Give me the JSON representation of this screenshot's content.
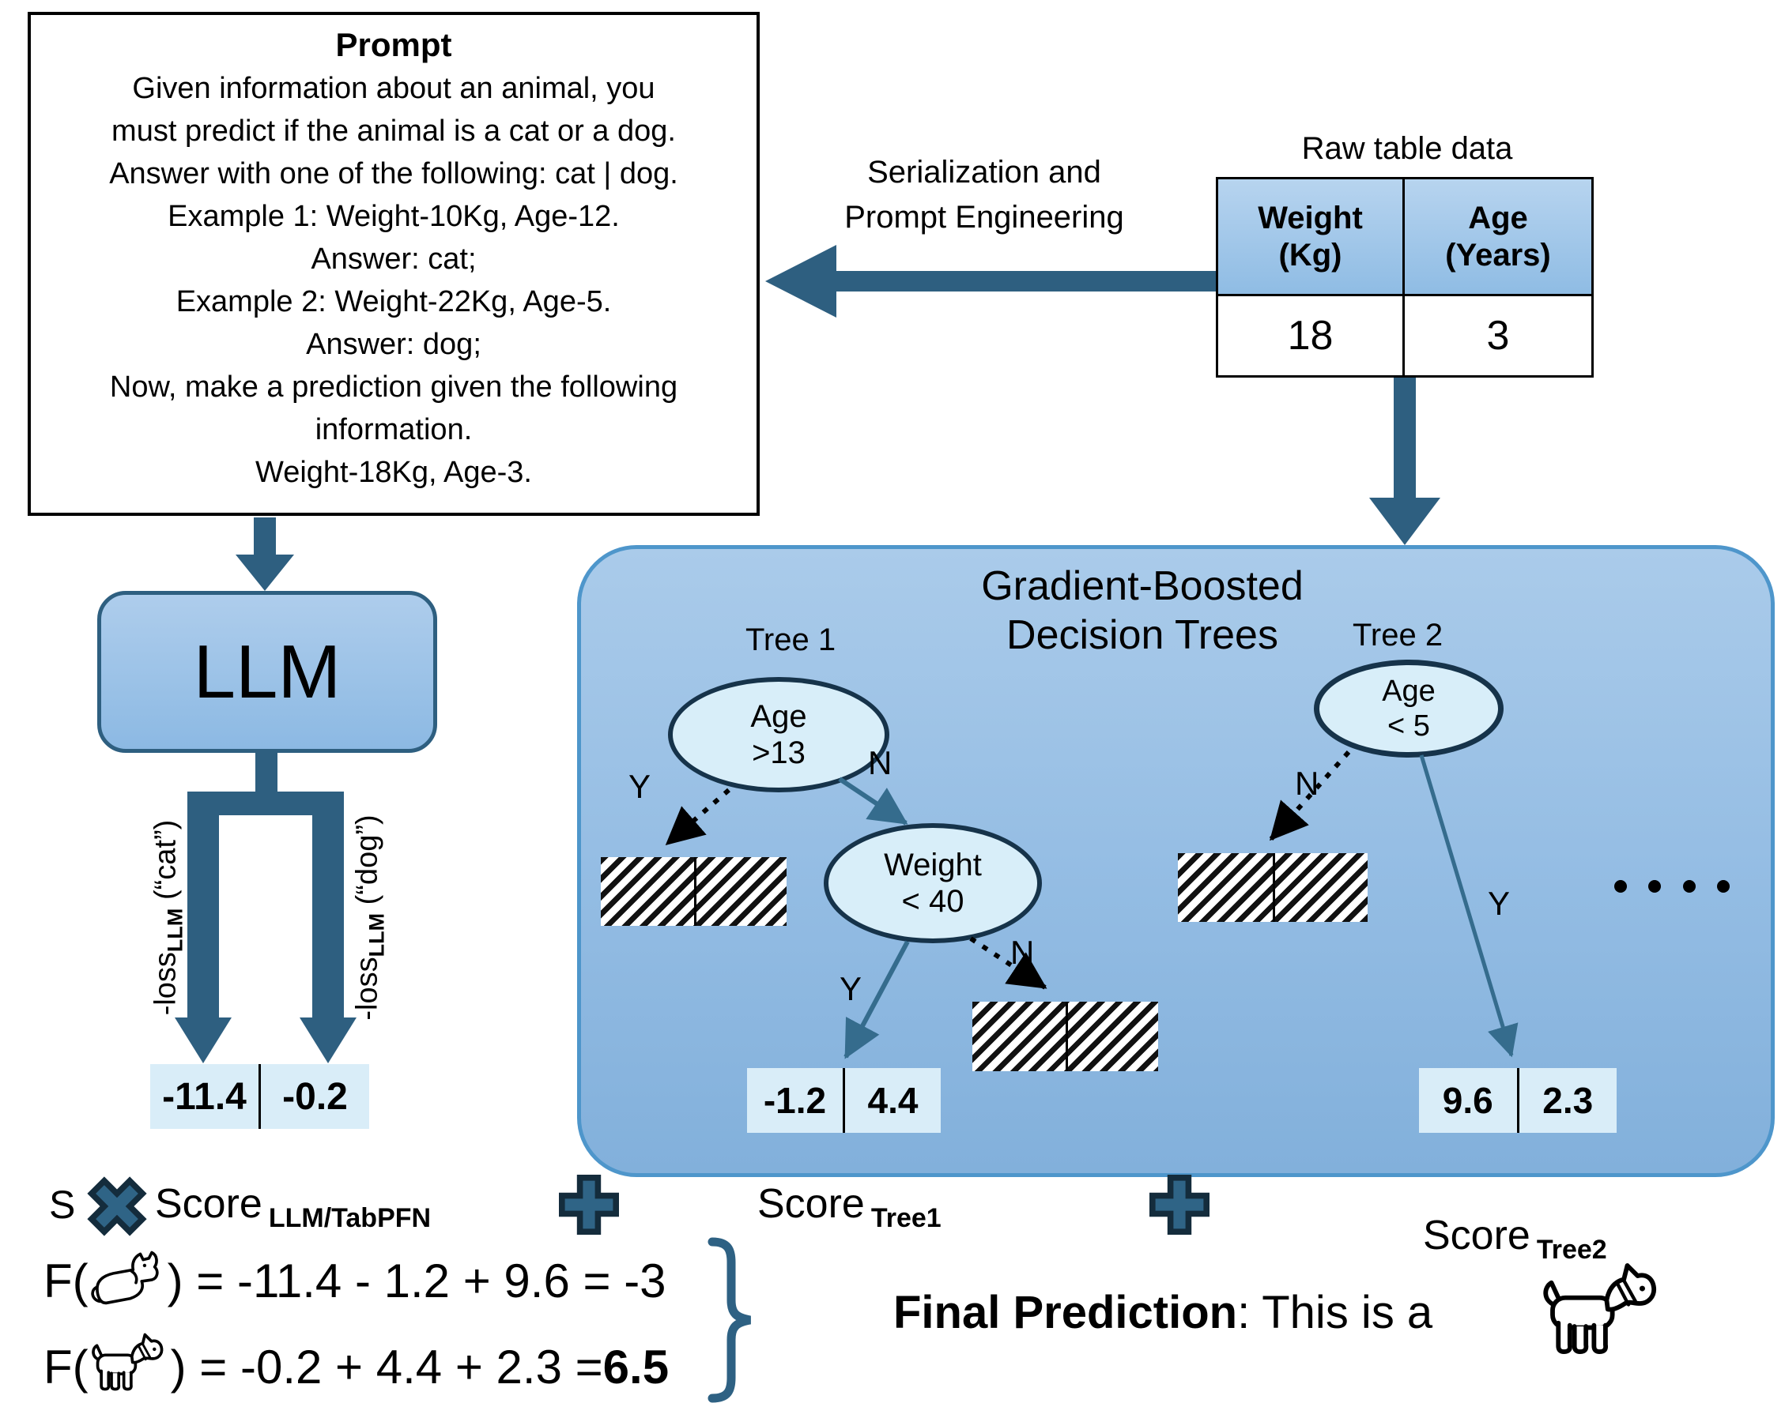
{
  "prompt_box": {
    "title": "Prompt",
    "lines": [
      "Given information about an animal, you",
      "must predict if the animal is a cat or a dog.",
      "Answer with one of the following: cat | dog.",
      "Example 1: Weight-10Kg, Age-12.",
      "Answer: cat;",
      "Example 2: Weight-22Kg, Age-5.",
      "Answer: dog;",
      "Now, make a prediction given the following",
      "information.",
      "Weight-18Kg, Age-3."
    ]
  },
  "serialization": {
    "line1": "Serialization and",
    "line2": "Prompt Engineering"
  },
  "raw_table": {
    "title": "Raw table data",
    "headers": [
      {
        "line1": "Weight",
        "line2": "(Kg)"
      },
      {
        "line1": "Age",
        "line2": "(Years)"
      }
    ],
    "row": [
      "18",
      "3"
    ]
  },
  "llm": {
    "label": "LLM",
    "loss_cat": {
      "pre": "-loss",
      "sub": "LLM",
      "post": "(“cat”)"
    },
    "loss_dog": {
      "pre": "-loss",
      "sub": "LLM",
      "post": "(“dog”)"
    },
    "scores": [
      "-11.4",
      "-0.2"
    ]
  },
  "gbdt": {
    "title_line1": "Gradient-Boosted",
    "title_line2": "Decision Trees",
    "tree1": {
      "label": "Tree 1",
      "root_line1": "Age",
      "root_line2": ">13",
      "child_line1": "Weight",
      "child_line2": "< 40",
      "root_y": "Y",
      "root_n": "N",
      "child_y": "Y",
      "child_n": "N",
      "scores": [
        "-1.2",
        "4.4"
      ]
    },
    "tree2": {
      "label": "Tree 2",
      "root_line1": "Age",
      "root_line2": "< 5",
      "n": "N",
      "y": "Y",
      "scores": [
        "9.6",
        "2.3"
      ]
    }
  },
  "score_row": {
    "s": "S",
    "llm_score": "Score",
    "llm_sub": "LLM/TabPFN",
    "tree1_score": "Score",
    "tree1_sub": "Tree1",
    "tree2_score": "Score",
    "tree2_sub": "Tree2"
  },
  "equations": {
    "cat_pre": "F(",
    "cat_post": ") = -11.4 - 1.2 + 9.6 = -3",
    "dog_pre": "F(",
    "dog_post": ") = -0.2 + 4.4 + 2.3 = ",
    "dog_result": "6.5"
  },
  "final_prediction": {
    "bold": "Final Prediction",
    "rest": ": This is a"
  },
  "colors": {
    "arrow_dark": "#2e5f80",
    "edge_steel": "#356c8d",
    "panel_border": "#4e96cb",
    "panel_fill_top": "#aacbea",
    "panel_fill_bottom": "#82b0db",
    "node_fill": "#d8eef9",
    "node_border": "#16334a",
    "score_fill": "#d9edf8",
    "table_header_fill": "#9cc3e5"
  }
}
